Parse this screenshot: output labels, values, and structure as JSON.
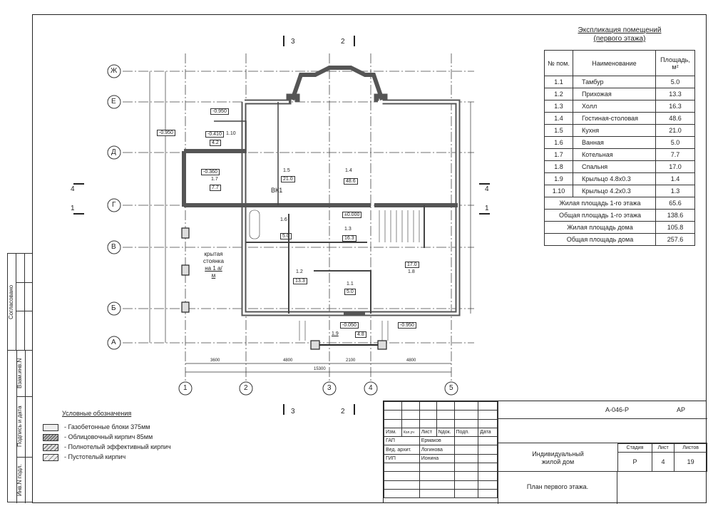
{
  "explication": {
    "title_line1": "Экспликация помещений",
    "title_line2": "(первого этажа)",
    "headers": {
      "num": "№ пом.",
      "name": "Наименование",
      "area": "Площадь, м²"
    },
    "rows": [
      {
        "num": "1.1",
        "name": "Тамбур",
        "area": "5.0"
      },
      {
        "num": "1.2",
        "name": "Прихожая",
        "area": "13.3"
      },
      {
        "num": "1.3",
        "name": "Холл",
        "area": "16.3"
      },
      {
        "num": "1.4",
        "name": "Гостиная-столовая",
        "area": "48.6"
      },
      {
        "num": "1.5",
        "name": "Кухня",
        "area": "21.0"
      },
      {
        "num": "1.6",
        "name": "Ванная",
        "area": "5.0"
      },
      {
        "num": "1.7",
        "name": "Котельная",
        "area": "7.7"
      },
      {
        "num": "1.8",
        "name": "Спальня",
        "area": "17.0"
      },
      {
        "num": "1.9",
        "name": "Крыльцо 4.8x0.3",
        "area": "1.4"
      },
      {
        "num": "1.10",
        "name": "Крыльцо 4.2x0.3",
        "area": "1.3"
      }
    ],
    "totals": [
      {
        "label": "Жилая площадь 1-го этажа",
        "area": "65.6"
      },
      {
        "label": "Общая площадь 1-го этажа",
        "area": "138.6"
      },
      {
        "label": "Жилая площадь дома",
        "area": "105.8"
      },
      {
        "label": "Общая площадь дома",
        "area": "257.6"
      }
    ]
  },
  "legend": {
    "title": "Условные обозначения",
    "items": [
      "- Газобетонные блоки 375мм",
      "- Облицовочный кирпич 85мм",
      "- Полнотелый эффективный кирпич",
      "- Пустотелый кирпич"
    ]
  },
  "side_stamp": [
    "Согласовано",
    "Взам.инв.N",
    "Подпись и дата",
    "Инв.N подл."
  ],
  "title_block": {
    "code": "А-046-Р",
    "mark": "АР",
    "headers": [
      "Изм.",
      "Кол.уч",
      "Лист",
      "Nдок.",
      "Подп.",
      "Дата"
    ],
    "people": [
      {
        "role": "ГАП",
        "name": "Ермаков"
      },
      {
        "role": "Вед. архит.",
        "name": "Логинова"
      },
      {
        "role": "ГИП",
        "name": "Ионина"
      }
    ],
    "project_line1": "Индивидуальный",
    "project_line2": "жилой дом",
    "stage_label": "Стадия",
    "sheet_label": "Лист",
    "sheets_label": "Листов",
    "stage": "Р",
    "sheet": "4",
    "sheets": "19",
    "sheet_title": "План первого этажа."
  },
  "plan": {
    "axes_vertical": [
      "1",
      "2",
      "3",
      "4",
      "5"
    ],
    "axes_horizontal": [
      "Ж",
      "Е",
      "Д",
      "Г",
      "В",
      "Б",
      "А"
    ],
    "section_marks": [
      "3",
      "2",
      "4",
      "1"
    ],
    "bottom_dims": [
      "3600",
      "4800",
      "2100",
      "4800"
    ],
    "total_dim": "15300",
    "levels": [
      "-0.950",
      "-0.410",
      "-0.360",
      "±0.000",
      "-0.050",
      "-0.950",
      "-0.950"
    ],
    "rooms": [
      {
        "num": "1.10",
        "area": "4.2"
      },
      {
        "num": "1.7",
        "area": "7.7"
      },
      {
        "num": "1.5",
        "area": "21.0"
      },
      {
        "num": "1.4",
        "area": "48.6"
      },
      {
        "num": "1.6",
        "area": "5.0"
      },
      {
        "num": "1.3",
        "area": "16.3"
      },
      {
        "num": "1.2",
        "area": "13.3"
      },
      {
        "num": "1.1",
        "area": "5.0"
      },
      {
        "num": "1.8",
        "area": "17.0"
      },
      {
        "num": "1.9",
        "area": "4.8"
      }
    ],
    "carport_label": [
      "крытая",
      "стоянка",
      "на 1 а/м"
    ],
    "vk_label": "ВК1"
  }
}
